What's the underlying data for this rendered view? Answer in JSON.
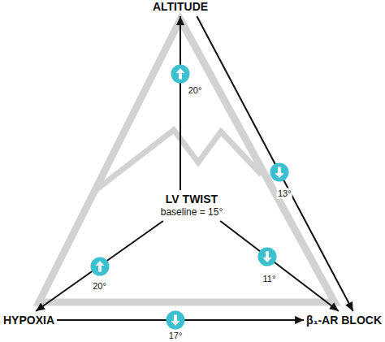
{
  "diagram": {
    "nodes": [
      {
        "text": [
          "ALTITUDE"
        ]
      },
      {
        "text": [
          "LV TWIST",
          "baseline = 15°"
        ]
      },
      {
        "text": [
          "HYPOXIA"
        ]
      },
      {
        "text": [
          "β₁-AR BLOCK"
        ]
      }
    ],
    "edges": [
      {
        "from": 1,
        "to": 0,
        "arrow": "to",
        "label": "20°"
      },
      {
        "from": 0,
        "to": 3,
        "arrow": "to",
        "label": "13°"
      },
      {
        "from": 1,
        "to": 2,
        "arrow": "to",
        "label": "20°"
      },
      {
        "from": 1,
        "to": 3,
        "arrow": "to",
        "label": "11°"
      },
      {
        "from": 2,
        "to": 3,
        "arrow": "to",
        "label": "17°"
      }
    ]
  }
}
